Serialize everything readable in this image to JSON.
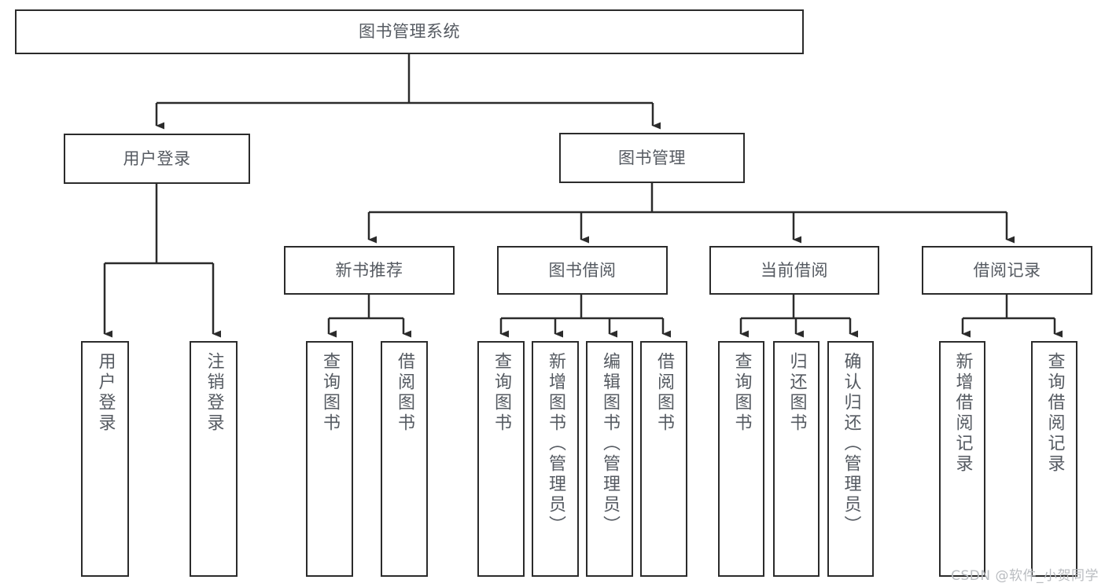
{
  "diagram": {
    "title": "图书管理系统",
    "type": "functional-structure-tree",
    "colors": {
      "box_border": "#2b2b2b",
      "text": "#555a61",
      "background": "#ffffff",
      "connector": "#2b2b2b",
      "watermark": "#b9bcc0"
    },
    "root": {
      "label": "图书管理系统"
    },
    "level2": [
      {
        "label": "用户登录"
      },
      {
        "label": "图书管理"
      }
    ],
    "level3": [
      {
        "label": "新书推荐"
      },
      {
        "label": "图书借阅"
      },
      {
        "label": "当前借阅"
      },
      {
        "label": "借阅记录"
      }
    ],
    "leaves": {
      "user_login": [
        {
          "label": "用户登录"
        },
        {
          "label": "注销登录"
        }
      ],
      "new_book_recommend": [
        {
          "label": "查询图书"
        },
        {
          "label": "借阅图书"
        }
      ],
      "book_borrow": [
        {
          "label": "查询图书"
        },
        {
          "label": "新增图书（管理员）"
        },
        {
          "label": "编辑图书（管理员）"
        },
        {
          "label": "借阅图书"
        }
      ],
      "current_borrow": [
        {
          "label": "查询图书"
        },
        {
          "label": "归还图书"
        },
        {
          "label": "确认归还（管理员）"
        }
      ],
      "borrow_record": [
        {
          "label": "新增借阅记录"
        },
        {
          "label": "查询借阅记录"
        }
      ]
    }
  },
  "watermark": {
    "text": "CSDN @软件_小贺同学"
  }
}
